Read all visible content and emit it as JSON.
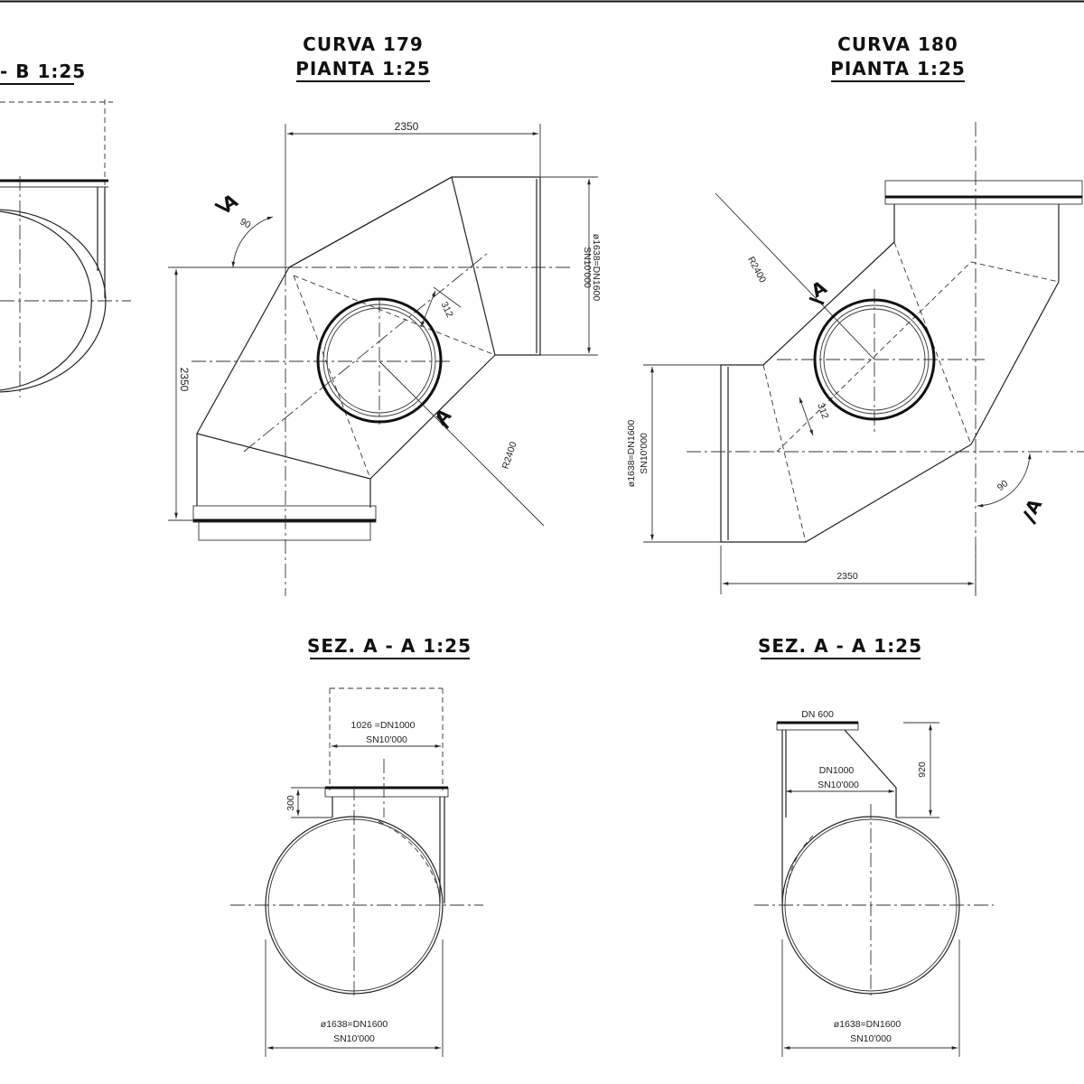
{
  "views": {
    "left_partial": {
      "title": "- B  1:25"
    },
    "curva179_plan": {
      "title_line1": "CURVA  179",
      "title_line2": "PIANTA   1:25",
      "dim_width": "2350",
      "dim_height": "2350",
      "dim_angle": "90",
      "dim_offset": "312",
      "dim_radius": "R2400",
      "dim_pipe_line1": "ø1638=DN1600",
      "dim_pipe_line2": "SN10'000",
      "section_marks": [
        "A",
        "A"
      ]
    },
    "curva180_plan": {
      "title_line1": "CURVA  180",
      "title_line2": "PIANTA    1:25",
      "dim_width": "2350",
      "dim_angle": "90",
      "dim_offset": "312",
      "dim_radius": "R2400",
      "dim_pipe_line1": "ø1638=DN1600",
      "dim_pipe_line2": "SN10'000",
      "section_marks": [
        "A",
        "A"
      ]
    },
    "section_left": {
      "title": "SEZ.  A - A  1:25",
      "dim_riser_line1": "1026 =DN1000",
      "dim_riser_line2": "SN10'000",
      "dim_riser_height": "300",
      "dim_pipe_line1": "ø1638=DN1600",
      "dim_pipe_line2": "SN10'000"
    },
    "section_right": {
      "title": "SEZ.  A - A  1:25",
      "dim_top": "DN 600",
      "dim_riser_line1": "DN1000",
      "dim_riser_line2": "SN10'000",
      "dim_riser_height": "920",
      "dim_pipe_line1": "ø1638=DN1600",
      "dim_pipe_line2": "SN10'000"
    }
  }
}
